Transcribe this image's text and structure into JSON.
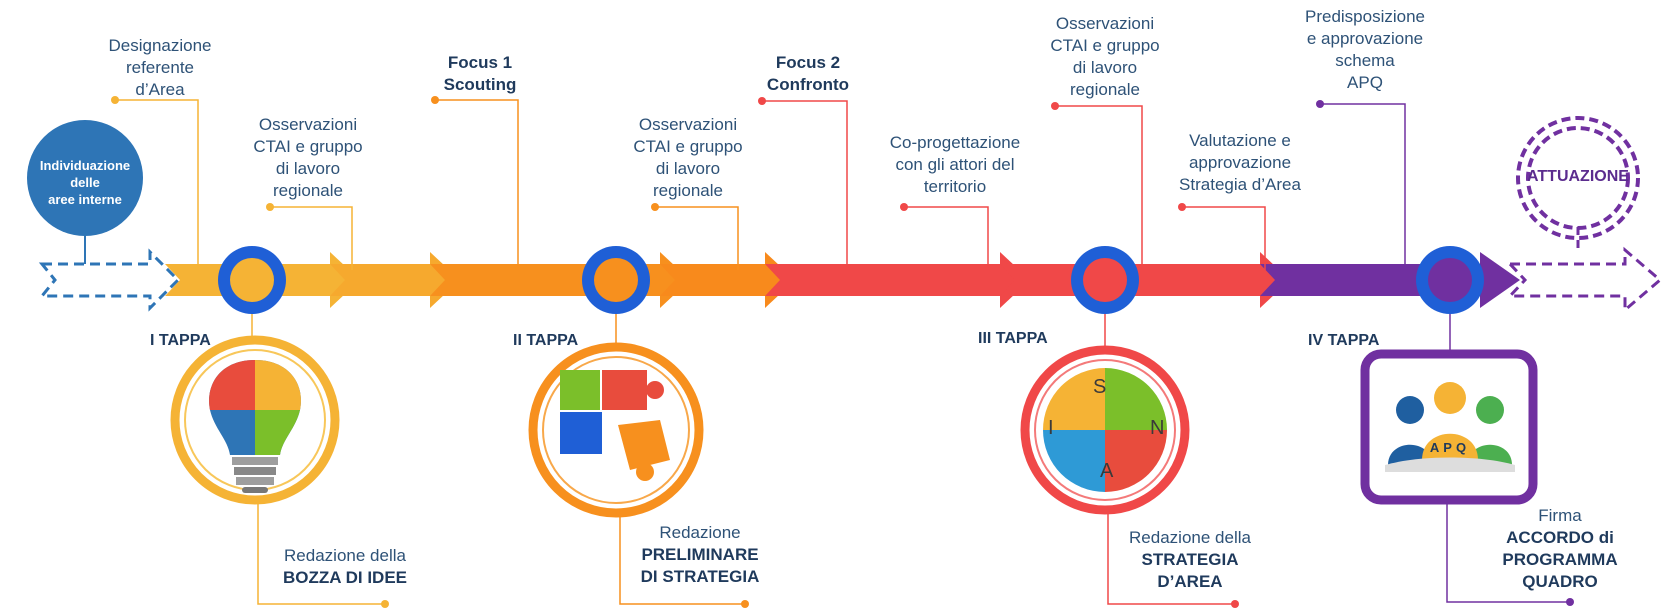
{
  "start_circle": {
    "line1": "Individuazione",
    "line2": "delle",
    "line3": "aree interne"
  },
  "end_circle": {
    "label": "ATTUAZIONE"
  },
  "stages": [
    {
      "label": "I TAPPA"
    },
    {
      "label": "II TAPPA"
    },
    {
      "label": "III TAPPA"
    },
    {
      "label": "IV TAPPA"
    }
  ],
  "top_labels": [
    {
      "lines": [
        "Designazione",
        "referente",
        "d’Area"
      ]
    },
    {
      "lines": [
        "Osservazioni",
        "CTAI e gruppo",
        "di lavoro",
        "regionale"
      ]
    },
    {
      "bold_lines": [
        "Focus 1",
        "Scouting"
      ]
    },
    {
      "lines": [
        "Osservazioni",
        "CTAI e gruppo",
        "di lavoro",
        "regionale"
      ]
    },
    {
      "bold_lines": [
        "Focus 2",
        "Confronto"
      ]
    },
    {
      "lines": [
        "Co-progettazione",
        "con gli attori del",
        "territorio"
      ]
    },
    {
      "lines": [
        "Osservazioni",
        "CTAI e gruppo",
        "di lavoro",
        "regionale"
      ]
    },
    {
      "lines": [
        "Valutazione e",
        "approvazione",
        "Strategia d’Area"
      ]
    },
    {
      "lines": [
        "Predisposizione",
        "e approvazione",
        "schema",
        "APQ"
      ]
    }
  ],
  "bottom_labels": [
    {
      "line1": "Redazione della",
      "bold1": "BOZZA DI IDEE"
    },
    {
      "line1": "Redazione",
      "bold1": "PRELIMINARE",
      "bold2": "DI STRATEGIA"
    },
    {
      "line1": "Redazione della",
      "bold1": "STRATEGIA",
      "bold2": "D’AREA"
    },
    {
      "line1": "Firma",
      "bold1": "ACCORDO di",
      "bold2": "PROGRAMMA",
      "bold3": "QUADRO"
    }
  ],
  "snai_letters": {
    "s": "S",
    "n": "N",
    "a": "A",
    "i": "I"
  },
  "apq_text": "APQ",
  "colors": {
    "blue": "#2e75b6",
    "yellow": "#f5b335",
    "orange": "#f7901e",
    "red": "#f04848",
    "purple": "#7030a0",
    "dark_text": "#1f3a5c"
  }
}
